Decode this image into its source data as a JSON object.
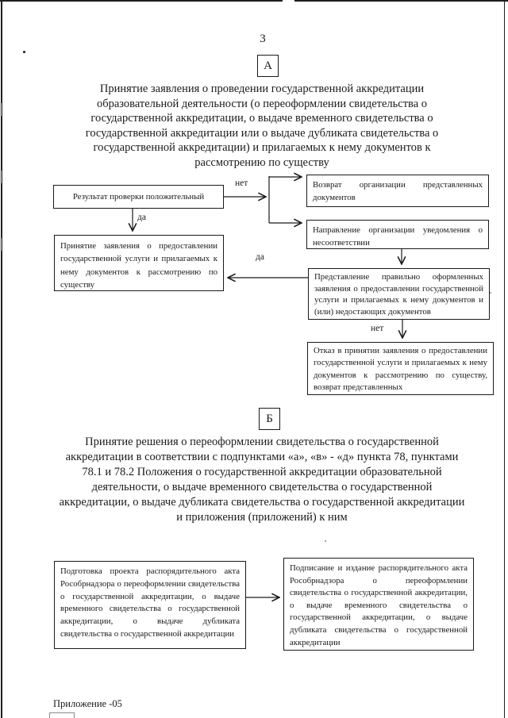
{
  "page": {
    "number": "3",
    "footer": "Приложение -05"
  },
  "colors": {
    "ink": "#1a1a1a",
    "paper": "#ffffff"
  },
  "section_a": {
    "marker": "А",
    "heading_lines": [
      "Принятие заявления о проведении государственной аккредитации",
      "образовательной деятельности (о переоформлении свидетельства о",
      "государственной аккредитации, о выдаче временного свидетельства о",
      "государственной аккредитации или о выдаче дубликата свидетельства о",
      "государственной аккредитации) и прилагаемых к нему документов к",
      "рассмотрению по существу"
    ],
    "flowchart": {
      "check_result": "Результат проверки положительный",
      "accept": "Принятие заявления о предоставлении государственной услуги и прилагаемых к нему документов к рассмотрению по существу",
      "return_docs": "Возврат организации представленных документов",
      "notice": "Направление организации уведомления о несоответствии",
      "resubmit": "Представление правильно оформленных заявления о предоставлении государственной услуги и прилагаемых к нему документов и (или) недостающих документов",
      "refuse": "Отказ в принятии заявления о предоставлении государственной услуги и прилагаемых к нему документов к рассмотрению по существу, возврат представленных",
      "label_no_top": "нет",
      "label_yes_down": "да",
      "label_yes_left": "да",
      "label_no_down": "нет"
    }
  },
  "section_b": {
    "marker": "Б",
    "heading_lines": [
      "Принятие решения о переоформлении свидетельства о государственной",
      "аккредитации в соответствии с подпунктами «а», «в» - «д» пункта 78, пунктами",
      "78.1 и 78.2  Положения о государственной аккредитации образовательной",
      "деятельности, о выдаче временного свидетельства о государственной",
      "аккредитации, о выдаче дубликата свидетельства о государственной аккредитации",
      "и приложения (приложений) к ним"
    ],
    "flowchart": {
      "draft": "Подготовка проекта распорядительного акта Рособрнадзора о переоформлении свидетельства о государственной аккредитации, о выдаче временного свидетельства о государственной аккредитации, о выдаче дубликата свидетельства о государственной аккредитации",
      "sign": "Подписание и издание распорядительного акта Рособрнадзора о переоформлении свидетельства о государственной аккредитации, о выдаче временного свидетельства о государственной аккредитации, о выдаче дубликата свидетельства о государственной аккредитации"
    }
  }
}
